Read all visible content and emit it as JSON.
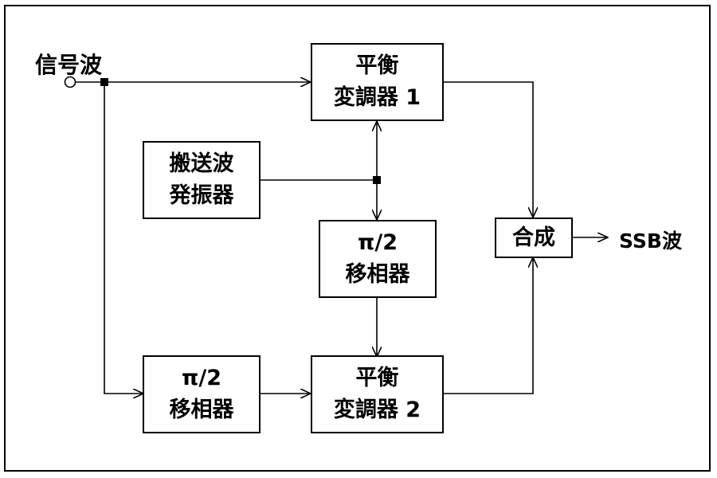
{
  "input": {
    "label": "信号波"
  },
  "output": {
    "label": "SSB波"
  },
  "blocks": {
    "mod1": {
      "line1": "平衡",
      "line2": "変調器 1"
    },
    "carrier": {
      "line1": "搬送波",
      "line2": "発振器"
    },
    "phase_mid": {
      "line1": "π/2",
      "line2": "移相器"
    },
    "phase_low": {
      "line1": "π/2",
      "line2": "移相器"
    },
    "mod2": {
      "line1": "平衡",
      "line2": "変調器 2"
    },
    "combiner": {
      "label": "合成"
    }
  },
  "colors": {
    "line": "#000000",
    "background": "#ffffff"
  }
}
